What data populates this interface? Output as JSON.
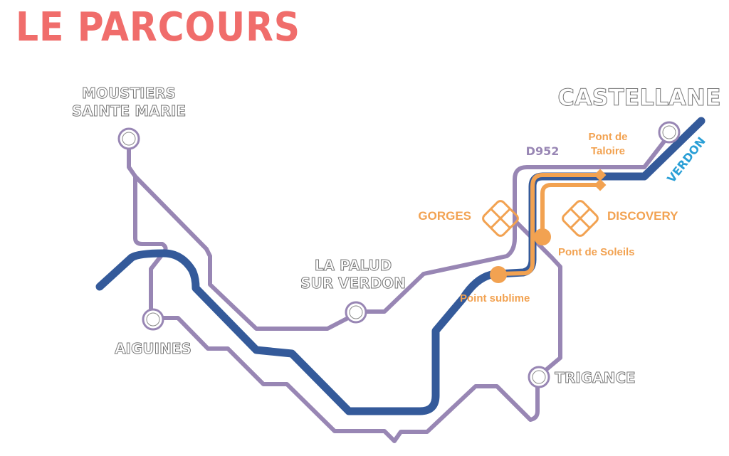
{
  "title": "LE PARCOURS",
  "colors": {
    "title": "#f06d6b",
    "river": "#345a9a",
    "road": "#9886b4",
    "route": "#f2a251",
    "verdon": "#2a9fd6",
    "town_stroke": "#777777"
  },
  "towns": {
    "moustiers_1": "MOUSTIERS",
    "moustiers_2": "SAINTE MARIE",
    "aiguines": "AIGUINES",
    "palud_1": "LA PALUD",
    "palud_2": "SUR VERDON",
    "trigance": "TRIGANCE",
    "castellane": "CASTELLANE"
  },
  "road_label": "D952",
  "river_label": "VERDON",
  "stops": {
    "taloire_1": "Pont de",
    "taloire_2": "Taloire",
    "soleils": "Pont de Soleils",
    "sublime": "Point sublime"
  },
  "routes": {
    "gorges": "GORGES",
    "discovery": "DISCOVERY"
  }
}
